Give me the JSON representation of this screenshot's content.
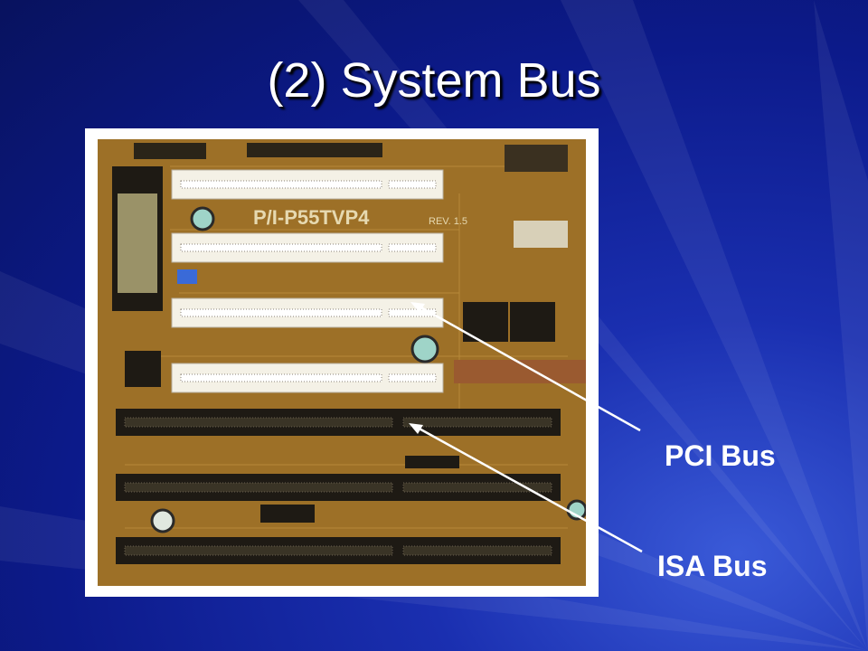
{
  "slide": {
    "title": "(2) System Bus",
    "board_model": "P/I-P55TVP4",
    "board_revision": "REV. 1.5",
    "labels": {
      "pci": "PCI Bus",
      "isa": "ISA Bus"
    }
  },
  "colors": {
    "background": "#0c1a8a",
    "text": "#ffffff",
    "pcb": "#a87a2c",
    "pci_slot": "#f4f1e6",
    "isa_slot": "#1e1a14"
  }
}
